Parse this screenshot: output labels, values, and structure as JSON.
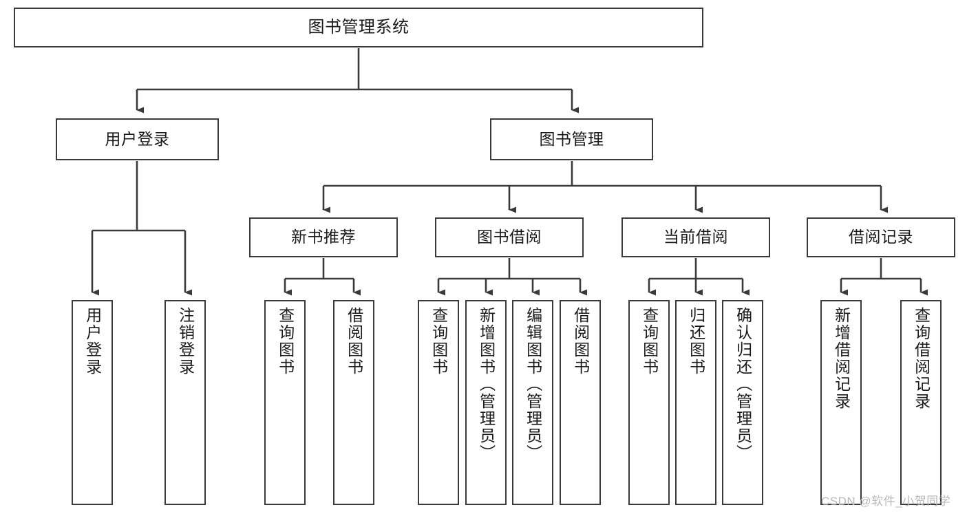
{
  "diagram": {
    "title": "图书管理系统",
    "colors": {
      "stroke": "#3a3a3a",
      "box_fill": "#ffffff",
      "text": "#1a1a1a",
      "watermark": "#b9b9b9",
      "background": "#ffffff"
    },
    "root": {
      "label": "图书管理系统"
    },
    "level2": [
      {
        "label": "用户登录"
      },
      {
        "label": "图书管理"
      }
    ],
    "level3": [
      {
        "label": "新书推荐"
      },
      {
        "label": "图书借阅"
      },
      {
        "label": "当前借阅"
      },
      {
        "label": "借阅记录"
      }
    ],
    "leaves": {
      "user_login": [
        {
          "label": "用户登录"
        },
        {
          "label": "注销登录"
        }
      ],
      "new_book_recommend": [
        {
          "label": "查询图书"
        },
        {
          "label": "借阅图书"
        }
      ],
      "book_borrow": [
        {
          "label": "查询图书"
        },
        {
          "label": "新增图书（管理员）"
        },
        {
          "label": "编辑图书（管理员）"
        },
        {
          "label": "借阅图书"
        }
      ],
      "current_borrow": [
        {
          "label": "查询图书"
        },
        {
          "label": "归还图书"
        },
        {
          "label": "确认归还（管理员）"
        }
      ],
      "borrow_record": [
        {
          "label": "新增借阅记录"
        },
        {
          "label": "查询借阅记录"
        }
      ]
    },
    "watermark": {
      "text": "CSDN @软件_小贺同学"
    }
  },
  "chart_data": {
    "type": "diagram",
    "subtype": "tree-hierarchy",
    "title": "图书管理系统",
    "orientation": "top-down",
    "nodes": [
      {
        "id": "root",
        "label": "图书管理系统",
        "level": 0,
        "parent": null
      },
      {
        "id": "n-user-login",
        "label": "用户登录",
        "level": 1,
        "parent": "root"
      },
      {
        "id": "n-book-mgmt",
        "label": "图书管理",
        "level": 1,
        "parent": "root"
      },
      {
        "id": "n-new-book",
        "label": "新书推荐",
        "level": 2,
        "parent": "n-book-mgmt"
      },
      {
        "id": "n-book-borrow",
        "label": "图书借阅",
        "level": 2,
        "parent": "n-book-mgmt"
      },
      {
        "id": "n-current-borrow",
        "label": "当前借阅",
        "level": 2,
        "parent": "n-book-mgmt"
      },
      {
        "id": "n-borrow-record",
        "label": "借阅记录",
        "level": 2,
        "parent": "n-book-mgmt"
      },
      {
        "id": "l-user-login",
        "label": "用户登录",
        "level": 2,
        "parent": "n-user-login"
      },
      {
        "id": "l-logout",
        "label": "注销登录",
        "level": 2,
        "parent": "n-user-login"
      },
      {
        "id": "l-nb-query",
        "label": "查询图书",
        "level": 3,
        "parent": "n-new-book"
      },
      {
        "id": "l-nb-borrow",
        "label": "借阅图书",
        "level": 3,
        "parent": "n-new-book"
      },
      {
        "id": "l-bb-query",
        "label": "查询图书",
        "level": 3,
        "parent": "n-book-borrow"
      },
      {
        "id": "l-bb-add",
        "label": "新增图书（管理员）",
        "level": 3,
        "parent": "n-book-borrow"
      },
      {
        "id": "l-bb-edit",
        "label": "编辑图书（管理员）",
        "level": 3,
        "parent": "n-book-borrow"
      },
      {
        "id": "l-bb-borrow",
        "label": "借阅图书",
        "level": 3,
        "parent": "n-book-borrow"
      },
      {
        "id": "l-cb-query",
        "label": "查询图书",
        "level": 3,
        "parent": "n-current-borrow"
      },
      {
        "id": "l-cb-return",
        "label": "归还图书",
        "level": 3,
        "parent": "n-current-borrow"
      },
      {
        "id": "l-cb-confirm",
        "label": "确认归还（管理员）",
        "level": 3,
        "parent": "n-current-borrow"
      },
      {
        "id": "l-br-add",
        "label": "新增借阅记录",
        "level": 3,
        "parent": "n-borrow-record"
      },
      {
        "id": "l-br-query",
        "label": "查询借阅记录",
        "level": 3,
        "parent": "n-borrow-record"
      }
    ]
  }
}
